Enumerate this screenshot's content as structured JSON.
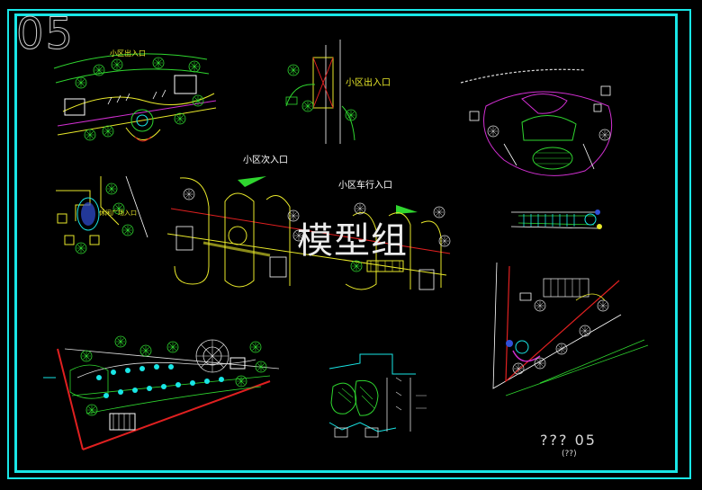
{
  "sheet_number": "05",
  "watermark": "模型组",
  "labels": {
    "entrance_pedestrian_top": "小区出入口",
    "entrance_right": "小区出入口",
    "entrance_secondary": "小区次入口",
    "entrance_vehicle": "小区车行入口",
    "entrance_left_small": "休闲广场入口"
  },
  "title_block": {
    "title": "??? 05",
    "subtitle": "(??)"
  },
  "colors": {
    "frame": "#19e6e6",
    "green": "#2fd62f",
    "yellow": "#e8e82a",
    "red": "#e02020",
    "magenta": "#d12fd1",
    "white": "#ffffff",
    "cyan": "#19e6e6"
  }
}
